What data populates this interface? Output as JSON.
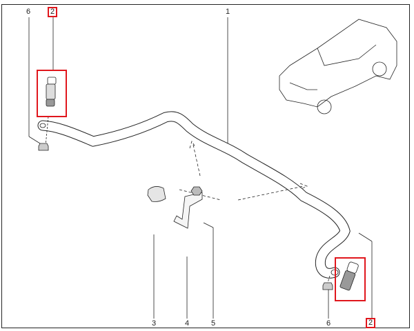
{
  "diagram": {
    "callouts": [
      {
        "id": "6",
        "highlighted": false
      },
      {
        "id": "2",
        "highlighted": true
      },
      {
        "id": "1",
        "highlighted": false
      },
      {
        "id": "3",
        "highlighted": false
      },
      {
        "id": "4",
        "highlighted": false
      },
      {
        "id": "5",
        "highlighted": false
      },
      {
        "id": "6",
        "highlighted": false
      },
      {
        "id": "2",
        "highlighted": true
      }
    ],
    "highlight_color": "#e0161c"
  }
}
